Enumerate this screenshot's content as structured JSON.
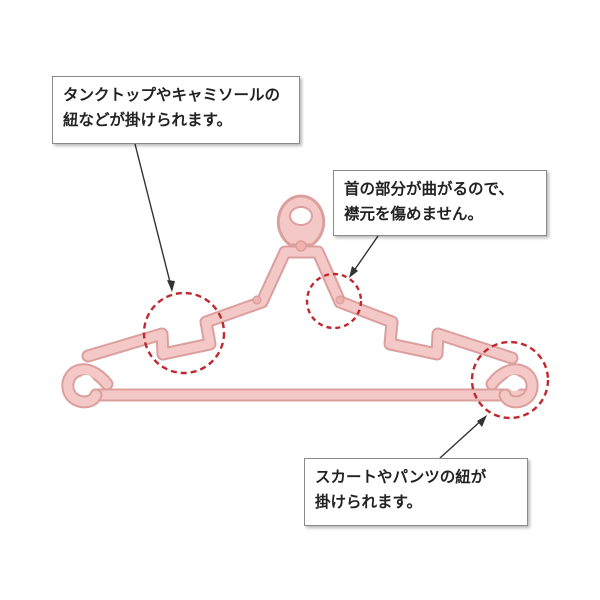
{
  "callouts": {
    "top_left": {
      "line1": "タンクトップやキャミソールの",
      "line2": "紐などが掛けられます。"
    },
    "top_right": {
      "line1": "首の部分が曲がるので、",
      "line2": "襟元を傷めません。"
    },
    "bottom_right": {
      "line1": "スカートやパンツの紐が",
      "line2": "掛けられます。"
    }
  },
  "colors": {
    "hanger_fill": "#f4c8c6",
    "hanger_stroke": "#e0a4a2",
    "highlight_circle": "#c0282d",
    "leader_line": "#333333"
  }
}
